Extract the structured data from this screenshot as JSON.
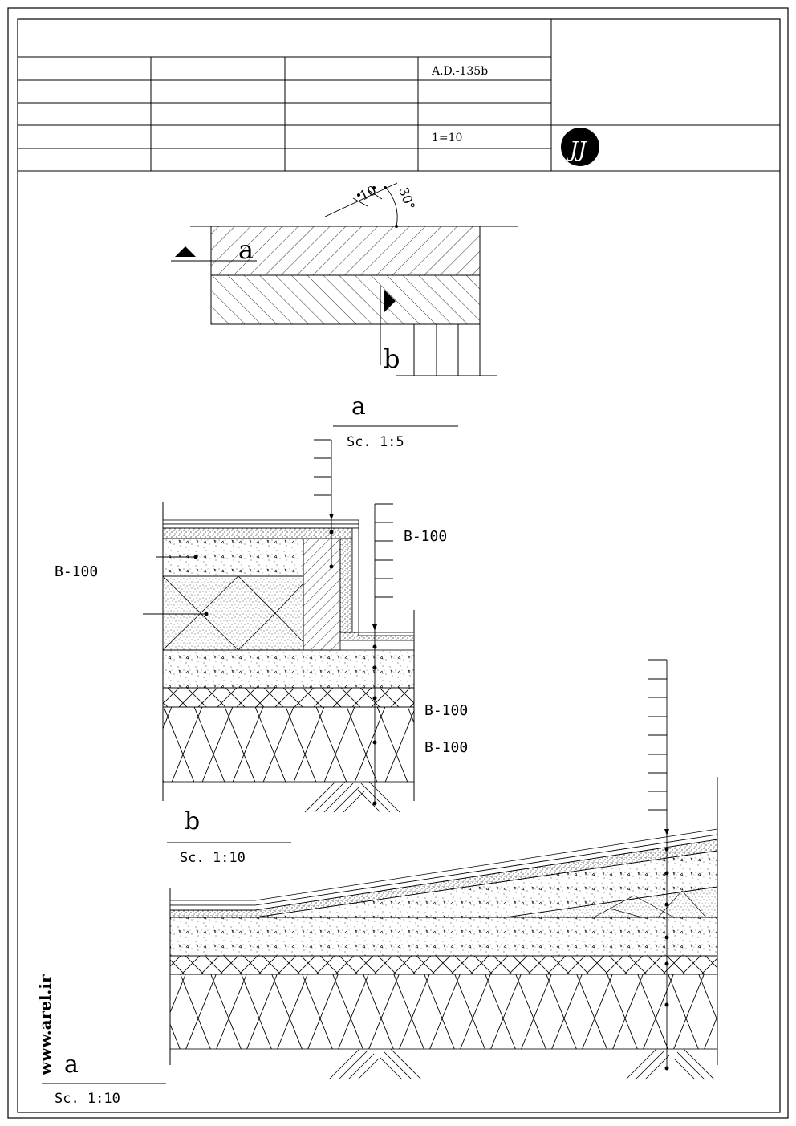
{
  "title_block": {
    "drawing_code": "A.D.-135b",
    "scale": "1=10",
    "logo_text": "JJ"
  },
  "plan": {
    "dim_10": "10",
    "angle": "30°",
    "section_a": "a",
    "section_b": "b"
  },
  "detail_a_upper": {
    "title": "a",
    "scale": "Sc. 1:5"
  },
  "detail_b": {
    "title": "b",
    "scale": "Sc. 1:10",
    "labels": [
      "B-100",
      "B-100",
      "B-100",
      "B-100"
    ]
  },
  "detail_a_lower": {
    "title": "a",
    "scale": "Sc. 1:10"
  },
  "watermark": "www.arel.ir",
  "colors": {
    "line": "#000000",
    "background": "#ffffff"
  }
}
